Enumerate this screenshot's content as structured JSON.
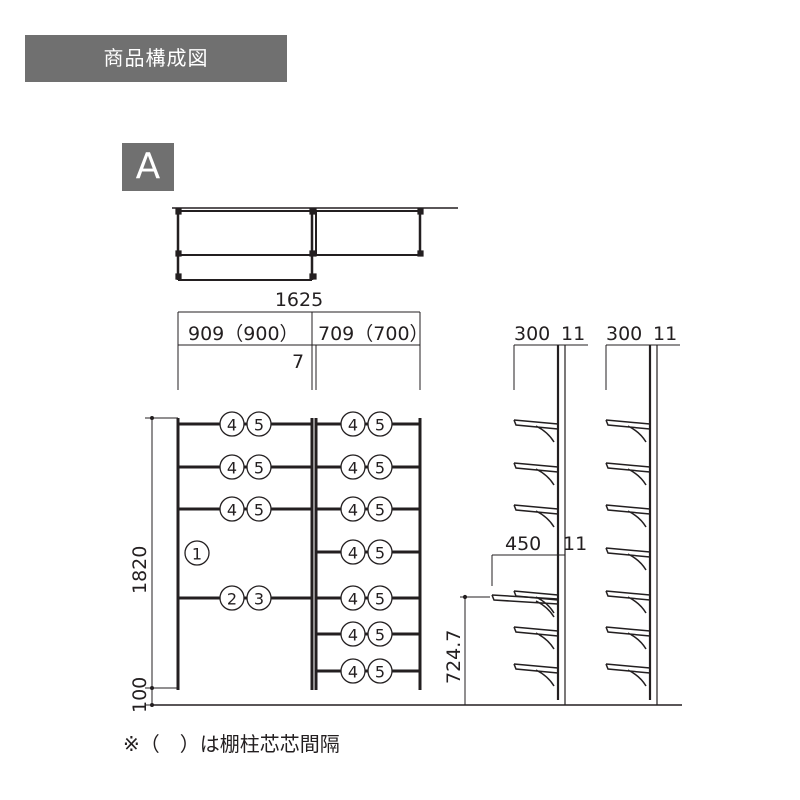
{
  "header": {
    "title": "商品構成図"
  },
  "variant": {
    "label": "A"
  },
  "dimensions": {
    "total_width": "1625",
    "left_bay": "909（900）",
    "right_bay": "709（700）",
    "post_gap": "7",
    "height": "1820",
    "base": "100",
    "side1_depth": "300",
    "side1_post": "11",
    "side2_depth": "300",
    "side2_post": "11",
    "large_shelf_depth": "450",
    "large_shelf_post": "11",
    "large_shelf_height": "724.7"
  },
  "callouts": {
    "c1": "1",
    "c2": "2",
    "c3": "3",
    "c4": "4",
    "c5": "5"
  },
  "note": "※（　）は棚柱芯芯間隔",
  "colors": {
    "line": "#231f20",
    "header_bg": "#707070",
    "header_text": "#ffffff"
  }
}
